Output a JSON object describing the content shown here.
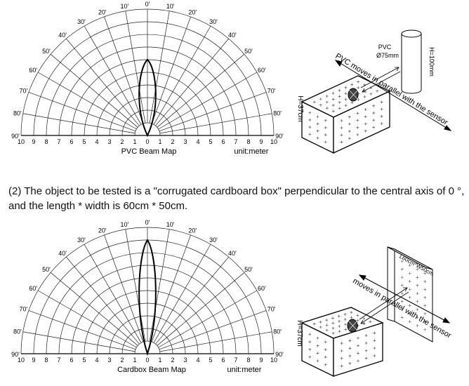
{
  "panel1": {
    "chart_data": {
      "type": "polar-beam-map",
      "title": "PVC  Beam Map",
      "unit": "unit:meter",
      "radial_ticks": [
        "10",
        "9",
        "8",
        "7",
        "6",
        "5",
        "4",
        "3",
        "2",
        "1",
        "0",
        "1",
        "2",
        "3",
        "4",
        "5",
        "6",
        "7",
        "8",
        "9",
        "10"
      ],
      "angle_labels": [
        "0'",
        "10'",
        "20'",
        "30'",
        "40'",
        "50'",
        "60'",
        "70'",
        "80'",
        "90'"
      ],
      "beam": {
        "max_range_m": 6.0,
        "half_width_m": 0.6
      }
    },
    "sensor_block": {
      "height_label": "H=37cm"
    },
    "target": {
      "name_label": "PVC",
      "diameter_label": "Ø75mm",
      "height_label": "H=100mm"
    },
    "arrow_label": "PVC moves in parallel with the sensor"
  },
  "caption": "(2) The object to be tested is a \"corrugated cardboard box\" perpendicular to the central axis of 0 °, and the length * width is 60cm * 50cm.",
  "panel2": {
    "chart_data": {
      "type": "polar-beam-map",
      "title": "Cardbox  Beam Map",
      "unit": "unit:meter",
      "radial_ticks": [
        "10",
        "9",
        "8",
        "7",
        "6",
        "5",
        "4",
        "3",
        "2",
        "1",
        "0",
        "1",
        "2",
        "3",
        "4",
        "5",
        "6",
        "7",
        "8",
        "9",
        "10"
      ],
      "angle_labels": [
        "0'",
        "10'",
        "20'",
        "30'",
        "40'",
        "50'",
        "60'",
        "70'",
        "80'",
        "90'"
      ],
      "beam": {
        "max_range_m": 9.0,
        "half_width_m": 0.6
      }
    },
    "sensor_block": {
      "height_label": "H=37cm"
    },
    "target": {
      "size_label": "L60cm*W50cm"
    },
    "arrow_label": "moves in parallel with the sensor"
  }
}
